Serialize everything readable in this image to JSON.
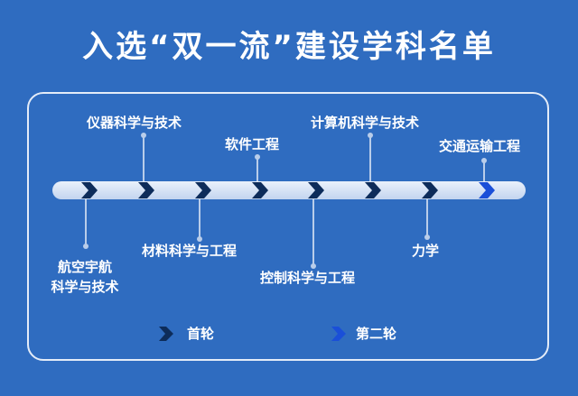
{
  "title": "入选“双一流”建设学科名单",
  "disciplines": {
    "d1": "航空宇航\n科学与技术",
    "d2": "仪器科学与技术",
    "d3": "材料科学与工程",
    "d4": "软件工程",
    "d5": "控制科学与工程",
    "d6": "计算机科学与技术",
    "d7": "力学",
    "d8": "交通运输工程"
  },
  "legend": {
    "first_round": "首轮",
    "second_round": "第二轮"
  },
  "colors": {
    "background": "#2f6cc0",
    "first_round_chevron": "#0d2c5a",
    "second_round_chevron": "#1a4fd8",
    "bar": "#d6e3f5"
  },
  "icons": {
    "first_round": "chevron-right-dark-icon",
    "second_round": "chevron-right-blue-icon"
  }
}
